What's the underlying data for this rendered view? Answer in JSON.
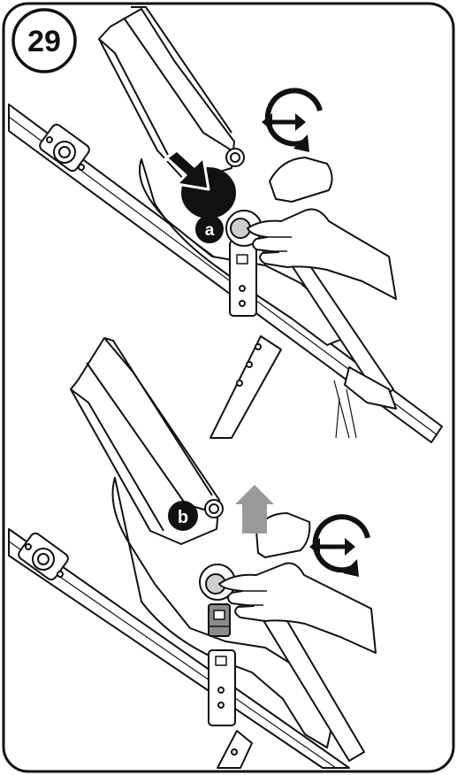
{
  "step": {
    "number": "29"
  },
  "panels": [
    {
      "id": "top",
      "label": "a",
      "arrow": "push-in",
      "hand_action": "press-button"
    },
    {
      "id": "bottom",
      "label": "b",
      "arrow": "lift-up",
      "hand_action": "press-button"
    }
  ],
  "icons": [
    "rotate-adjust-icon",
    "push-arrow-icon",
    "lift-arrow-icon"
  ],
  "colors": {
    "line": "#111111",
    "fill": "#ffffff",
    "arrow_gray": "#9a9a9a",
    "clip_gray": "#8c8c8c",
    "badge": "#111111"
  }
}
